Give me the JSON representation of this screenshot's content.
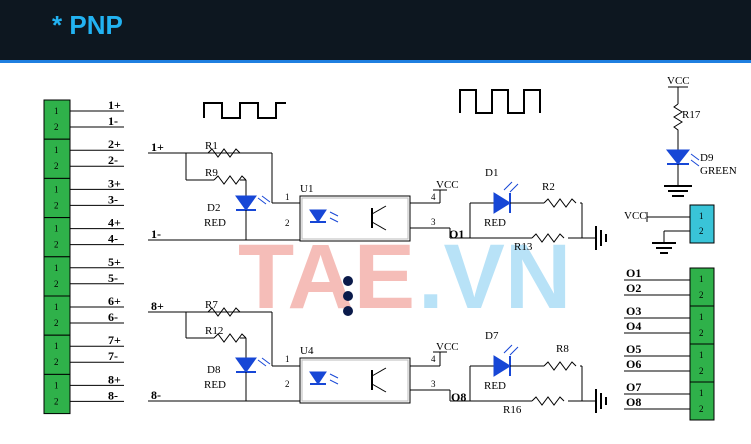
{
  "header": {
    "bullet": "*",
    "title": "PNP"
  },
  "colors": {
    "banner_bg": "#0d1720",
    "title": "#22b3f2",
    "wire": "#000000",
    "connector_green": "#2fb14a",
    "connector_cyan": "#39c4d8",
    "led": "#1747d6",
    "watermark_red": "#e23a2a",
    "watermark_blue": "#2aa8e8"
  },
  "input_connectors": [
    {
      "pin1": "1",
      "pin2": "2",
      "label1": "1+",
      "label2": "1-"
    },
    {
      "pin1": "1",
      "pin2": "2",
      "label1": "2+",
      "label2": "2-"
    },
    {
      "pin1": "1",
      "pin2": "2",
      "label1": "3+",
      "label2": "3-"
    },
    {
      "pin1": "1",
      "pin2": "2",
      "label1": "4+",
      "label2": "4-"
    },
    {
      "pin1": "1",
      "pin2": "2",
      "label1": "5+",
      "label2": "5-"
    },
    {
      "pin1": "1",
      "pin2": "2",
      "label1": "6+",
      "label2": "6-"
    },
    {
      "pin1": "1",
      "pin2": "2",
      "label1": "7+",
      "label2": "7-"
    },
    {
      "pin1": "1",
      "pin2": "2",
      "label1": "8+",
      "label2": "8-"
    }
  ],
  "output_connectors": [
    {
      "pin1": "1",
      "pin2": "2",
      "label1": "O1",
      "label2": "O2"
    },
    {
      "pin1": "1",
      "pin2": "2",
      "label1": "O3",
      "label2": "O4"
    },
    {
      "pin1": "1",
      "pin2": "2",
      "label1": "O5",
      "label2": "O6"
    },
    {
      "pin1": "1",
      "pin2": "2",
      "label1": "O7",
      "label2": "O8"
    }
  ],
  "channel1": {
    "in_plus": "1+",
    "in_minus": "1-",
    "r_a": "R1",
    "r_b": "R9",
    "led": "D2",
    "led_color": "RED",
    "opto": "U1",
    "pin1": "1",
    "pin2": "2",
    "pin3": "3",
    "pin4": "4",
    "vcc": "VCC",
    "out": "O1",
    "out_led": "D1",
    "out_led_color": "RED",
    "r_led": "R2",
    "r_pull": "R13"
  },
  "channel8": {
    "in_plus": "8+",
    "in_minus": "8-",
    "r_a": "R7",
    "r_b": "R12",
    "led": "D8",
    "led_color": "RED",
    "opto": "U4",
    "pin1": "1",
    "pin2": "2",
    "pin3": "3",
    "pin4": "4",
    "vcc": "VCC",
    "out": "O8",
    "out_led": "D7",
    "out_led_color": "RED",
    "r_led": "R8",
    "r_pull": "R16"
  },
  "power_indicator": {
    "vcc": "VCC",
    "resistor": "R17",
    "led": "D9",
    "led_color": "GREEN"
  },
  "power_connector": {
    "vcc": "VCC",
    "pin1": "1",
    "pin2": "2"
  },
  "watermark": {
    "part1": "TAE",
    "part2": ".VN"
  }
}
